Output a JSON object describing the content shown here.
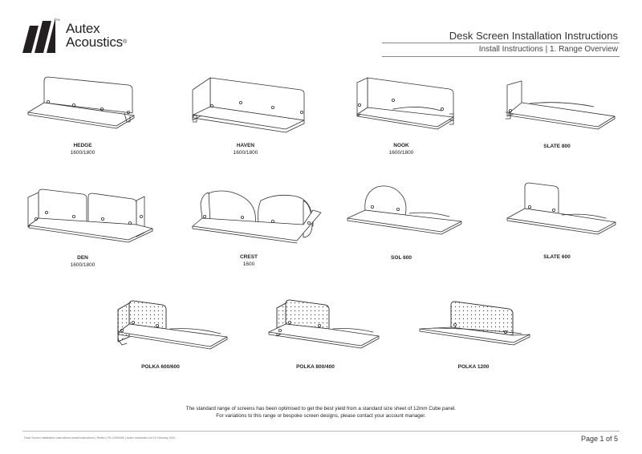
{
  "brand": {
    "name_line1": "Autex",
    "name_line2": "Acoustics",
    "registered_mark": "®",
    "tm_mark": "TM"
  },
  "header": {
    "title": "Desk Screen Installation Instructions",
    "subtitle": "Install Instructions | 1. Range Overview"
  },
  "products": [
    {
      "name": "HEDGE",
      "size": "1600/1800",
      "icon": "hedge-screen-drawing"
    },
    {
      "name": "HAVEN",
      "size": "1600/1800",
      "icon": "haven-screen-drawing"
    },
    {
      "name": "NOOK",
      "size": "1600/1800",
      "icon": "nook-screen-drawing"
    },
    {
      "name": "SLATE 800",
      "size": "",
      "icon": "slate-800-screen-drawing"
    },
    {
      "name": "DEN",
      "size": "1600/1800",
      "icon": "den-screen-drawing"
    },
    {
      "name": "CREST",
      "size": "1600",
      "icon": "crest-screen-drawing"
    },
    {
      "name": "SOL 600",
      "size": "",
      "icon": "sol-600-screen-drawing"
    },
    {
      "name": "SLATE 600",
      "size": "",
      "icon": "slate-600-screen-drawing"
    },
    {
      "name": "POLKA 600/600",
      "size": "",
      "icon": "polka-600-600-screen-drawing"
    },
    {
      "name": "POLKA 800/400",
      "size": "",
      "icon": "polka-800-400-screen-drawing"
    },
    {
      "name": "POLKA 1200",
      "size": "",
      "icon": "polka-1200-screen-drawing"
    }
  ],
  "note": {
    "line1": "The standard range of screens has been optimised to get the best yield from a standard size sheet of 12mm Cube panel.",
    "line2": "For variations to this range or bespoke screen designs, please contact your account manager."
  },
  "footer": {
    "doc_ref": "Desk Screen Installation Instructions Install Instructions | Reebn | R1.2/000000 | Autex Industries Ltd 01 February 2021",
    "page": "Page 1 of 5"
  },
  "colors": {
    "logo_dark": "#231f20",
    "line_art": "#333333",
    "text": "#222222"
  }
}
